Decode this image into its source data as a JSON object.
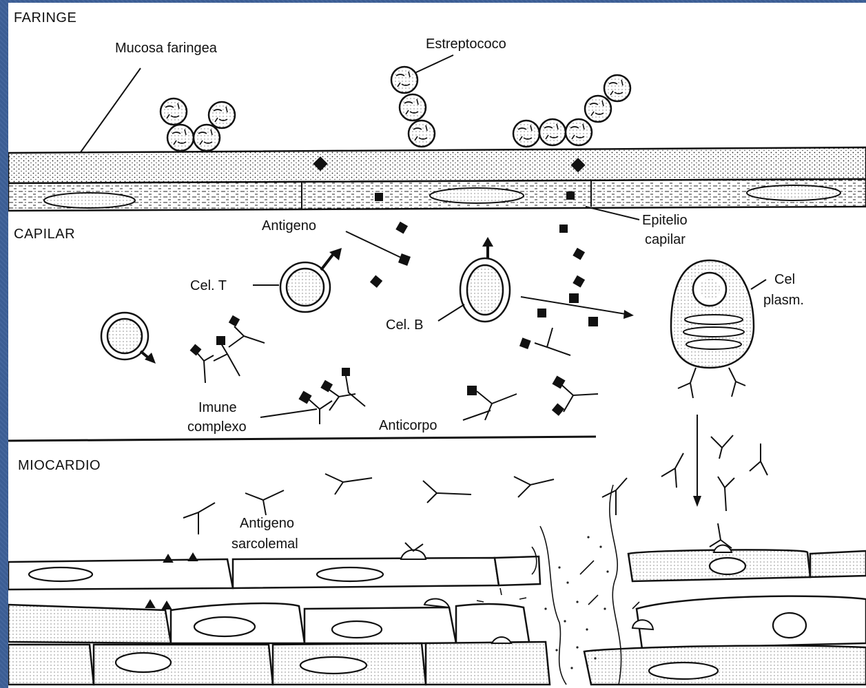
{
  "sections": {
    "pharynx": "FARINGE",
    "capillary": "CAPILAR",
    "myocardium": "MIOCARDIO"
  },
  "labels": {
    "mucosa": "Mucosa faringea",
    "streptococcus": "Estreptococo",
    "antigen": "Antigeno",
    "capillary_epithelium_1": "Epitelio",
    "capillary_epithelium_2": "capilar",
    "t_cell": "Cel. T",
    "b_cell": "Cel. B",
    "plasma_cell_1": "Cel",
    "plasma_cell_2": "plasm.",
    "immune_complex_1": "Imune",
    "immune_complex_2": "complexo",
    "antibody": "Anticorpo",
    "sarcolemmal_antigen_1": "Antigeno",
    "sarcolemmal_antigen_2": "sarcolemal"
  },
  "colors": {
    "slide_background": "#3d6098",
    "ink": "#111111",
    "paper": "#ffffff"
  }
}
